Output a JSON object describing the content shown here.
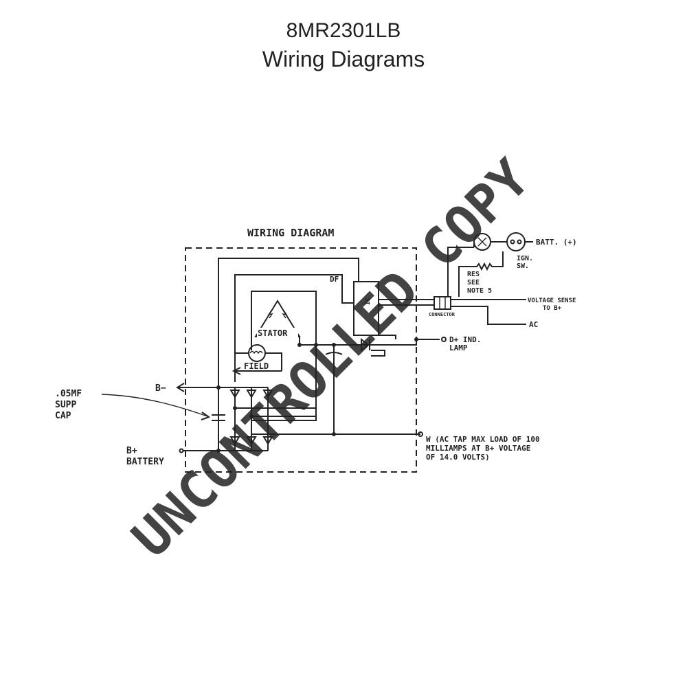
{
  "header": {
    "model": "8MR2301LB",
    "title": "Wiring Diagrams"
  },
  "diagram": {
    "heading": "WIRING DIAGRAM",
    "labels": {
      "df": "DF",
      "stator": "STATOR",
      "field": "FIELD",
      "b_minus": "B−",
      "b_plus": "B+",
      "battery": "BATTERY",
      "supp_cap_1": ".05MF",
      "supp_cap_2": "SUPP",
      "supp_cap_3": "CAP",
      "batt_plus": "BATT. (+)",
      "ign_1": "IGN.",
      "ign_2": "SW.",
      "res_1": "RES",
      "res_2": "SEE",
      "res_3": "NOTE 5",
      "voltage_sense_1": "VOLTAGE SENSE",
      "voltage_sense_2": "TO B+",
      "connector": "CONNECTOR",
      "ac": "AC",
      "d_plus_1": "D+ IND.",
      "d_plus_2": "LAMP",
      "w_note_1": "W (AC TAP MAX LOAD OF 100",
      "w_note_2": "MILLIAMPS AT B+ VOLTAGE",
      "w_note_3": "OF 14.0 VOLTS)"
    }
  },
  "watermark": "UNCONTROLLED COPY"
}
